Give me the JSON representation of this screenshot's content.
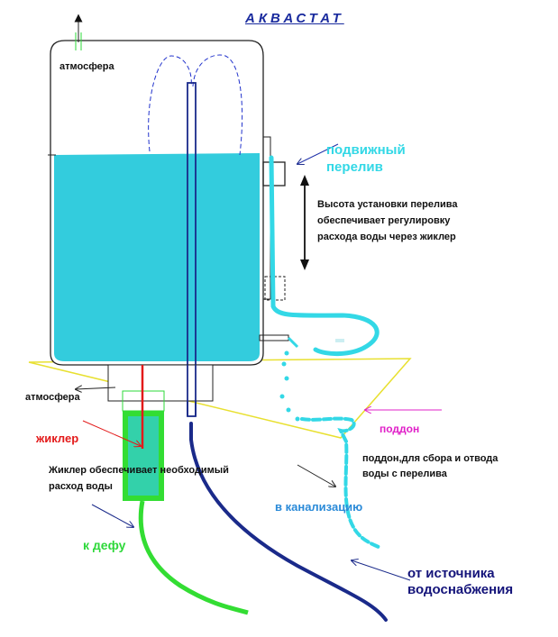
{
  "title": "АКВАСТАТ",
  "labels": {
    "atmosphere_top": "атмосфера",
    "atmosphere_bottom": "атмосфера",
    "movable_overflow": [
      "подвижный",
      "перелив"
    ],
    "overflow_height_note": [
      "Высота установки перелива",
      "обеспечивает регулировку",
      "расхода воды через жиклер"
    ],
    "jet": "жиклер",
    "jet_note": [
      "Жиклер обеспечивает необходимый",
      "расход воды"
    ],
    "tray": "поддон",
    "tray_note": [
      "поддон,для сбора и отвода",
      "воды с перелива"
    ],
    "to_sewer": "в канализацию",
    "to_defu": "к дефу",
    "from_source": [
      "от источника",
      "водоснабжения"
    ]
  },
  "colors": {
    "water": "#33ccdd",
    "overflow_pipe": "#33d8e6",
    "supply_pipe": "#1a2a8a",
    "drain_green": "#33dd33",
    "jet_red": "#e31a1a",
    "tray_outline": "#e8e030",
    "title_blue": "#1a2b9e",
    "tray_label": "#e020c8",
    "sewer_label": "#2a8ad8",
    "source_label": "#14147a"
  }
}
